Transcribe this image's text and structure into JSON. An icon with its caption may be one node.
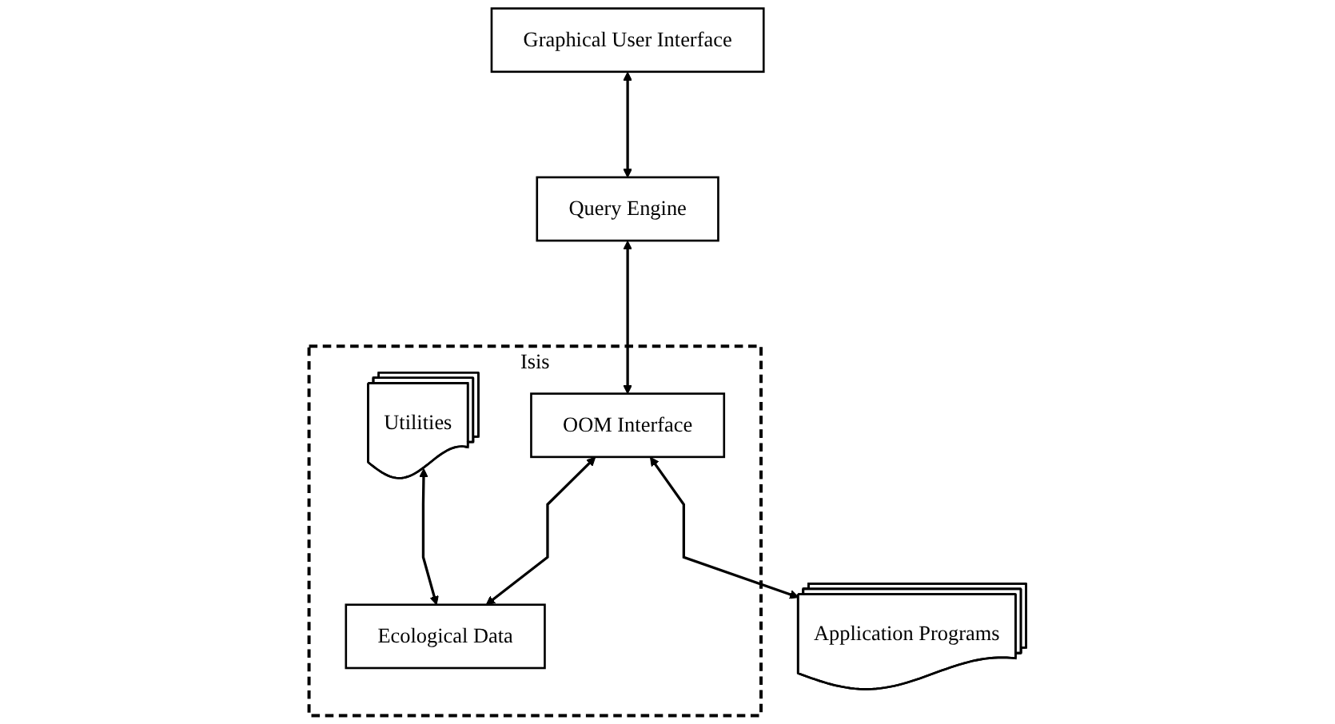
{
  "diagram": {
    "nodes": [
      {
        "text": [
          "Graphical User Interface"
        ]
      },
      {
        "text": [
          "Query Engine"
        ]
      },
      {
        "text": [
          "Isis"
        ]
      },
      {
        "text": [
          "Utilities"
        ],
        "in": 2
      },
      {
        "text": [
          "OOM Interface"
        ],
        "in": 2
      },
      {
        "text": [
          "Ecological Data"
        ],
        "in": 2
      },
      {
        "text": [
          "Application Programs"
        ]
      }
    ],
    "edges": [
      {
        "from": 0,
        "to": 1,
        "arrow": "both"
      },
      {
        "from": 1,
        "to": 4,
        "arrow": "both"
      },
      {
        "from": 4,
        "to": 6,
        "arrow": "both"
      },
      {
        "from": 3,
        "to": 5,
        "arrow": "both"
      },
      {
        "from": 4,
        "to": 5,
        "arrow": "both"
      }
    ]
  }
}
